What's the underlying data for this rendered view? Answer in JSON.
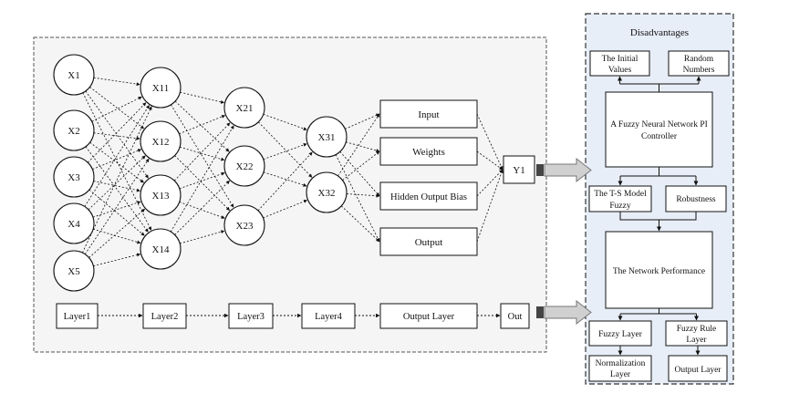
{
  "nodes": {
    "x1": "X1",
    "x2": "X2",
    "x3": "X3",
    "x4": "X4",
    "x5": "X5",
    "x11": "X11",
    "x12": "X12",
    "x13": "X13",
    "x14": "X14",
    "x21": "X21",
    "x22": "X22",
    "x23": "X23",
    "x31": "X31",
    "x32": "X32",
    "y1": "Y1"
  },
  "output_boxes": {
    "input": "Input",
    "weights": "Weights",
    "hidden_output_bias": "Hidden Output Bias",
    "output": "Output"
  },
  "layers": {
    "layer1": "Layer1",
    "layer2": "Layer2",
    "layer3": "Layer3",
    "layer4": "Layer4",
    "output_layer": "Output Layer",
    "out": "Out"
  },
  "panel": {
    "title": "Disadvantages",
    "initial_values": [
      "The Initial",
      "Values"
    ],
    "random_numbers": [
      "Random",
      "Numbers"
    ],
    "controller": [
      "A Fuzzy Neural Network PI",
      "Controller"
    ],
    "ts_model": [
      "The T-S Model",
      "Fuzzy"
    ],
    "robustness": "Robustness",
    "network_performance": "The Network Performance",
    "fuzzy_layer": "Fuzzy Layer",
    "fuzzy_rule_layer": [
      "Fuzzy Rule",
      "Layer"
    ],
    "normalization_layer": [
      "Normalization",
      "Layer"
    ],
    "output_layer": "Output Layer"
  }
}
